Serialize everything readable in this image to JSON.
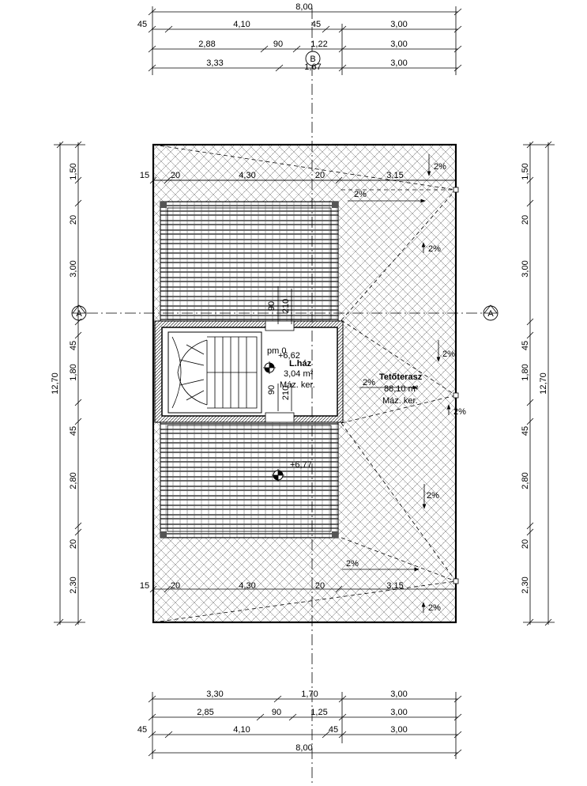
{
  "dims_top": {
    "row1": [
      "8,00"
    ],
    "row2": [
      "45",
      "4,10",
      "45",
      "3,00"
    ],
    "row3": [
      "2,88",
      "90",
      "1,22",
      "3,00"
    ],
    "row4": [
      "3,33",
      "1,67",
      "3,00"
    ]
  },
  "dims_bottom": {
    "row1": [
      "3,30",
      "1,70",
      "3,00"
    ],
    "row2": [
      "2,85",
      "90",
      "1,25",
      "3,00"
    ],
    "row3": [
      "45",
      "4,10",
      "45",
      "3,00"
    ],
    "row4": [
      "8,00"
    ]
  },
  "dims_left": {
    "total": "12,70",
    "parts": [
      "1,50",
      "20",
      "3,00",
      "45",
      "1,80",
      "45",
      "2,80",
      "20",
      "2,30"
    ]
  },
  "dims_right": {
    "total": "12,70",
    "parts": [
      "1,50",
      "20",
      "3,00",
      "45",
      "1,80",
      "45",
      "2,80",
      "20",
      "2,30"
    ]
  },
  "inner_dims_top": [
    "15",
    "20",
    "4,30",
    "20",
    "3,15"
  ],
  "inner_dims_bottom": [
    "15",
    "20",
    "4,30",
    "20",
    "3,15"
  ],
  "axis_labels": {
    "a": "A",
    "b": "B"
  },
  "stair_dims": {
    "upper_w": "90",
    "upper_h": "210",
    "lower_w": "90",
    "lower_h": "210"
  },
  "room_stair": {
    "pm": "pm 0",
    "level": "+6,62",
    "name": "L.ház",
    "area": "3,04 m²",
    "floor": "Máz. ker."
  },
  "room_terrace": {
    "name": "Tetőterasz",
    "area": "88,10 m²",
    "floor": "Máz. ker."
  },
  "level_mark": "+6,77",
  "slopes": [
    "2%",
    "2%",
    "2%",
    "2%",
    "2%",
    "2%",
    "2%",
    "2%",
    "2%"
  ]
}
